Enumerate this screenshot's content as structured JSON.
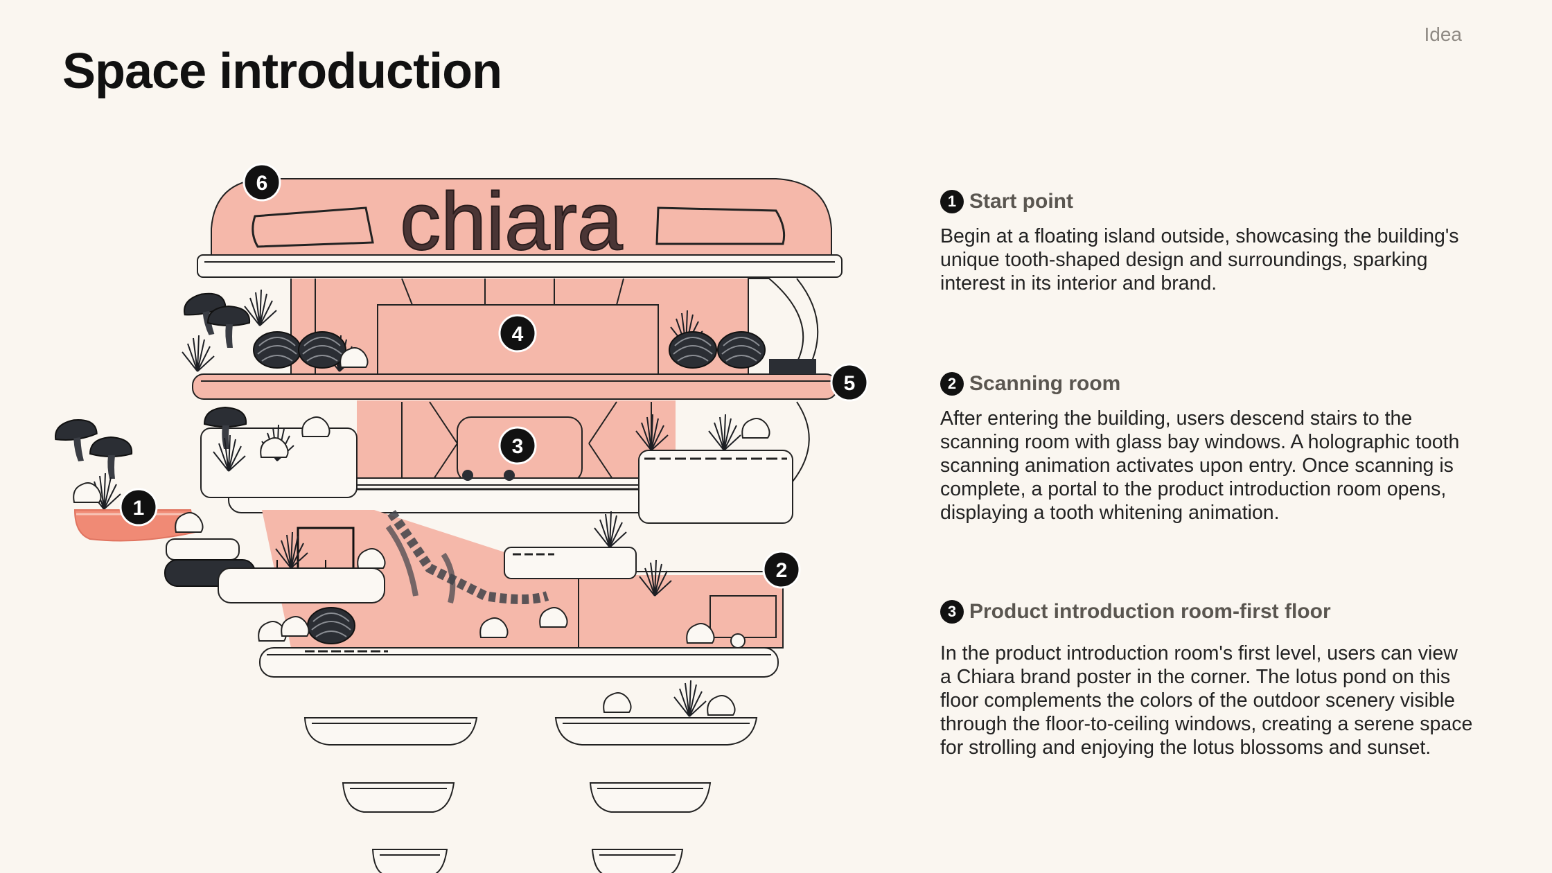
{
  "header": {
    "tag": "Idea",
    "title": "Space introduction"
  },
  "colors": {
    "background": "#faf6f0",
    "accent_pink": "#f5b8aa",
    "accent_coral": "#f08a75",
    "ink": "#111111",
    "plant_dark": "#2a2d33"
  },
  "illustration": {
    "brand_sign": "chiara",
    "markers": [
      "1",
      "2",
      "3",
      "4",
      "5",
      "6"
    ]
  },
  "descriptions": [
    {
      "number": "1",
      "title": "Start point",
      "body": "Begin at a floating island outside, showcasing the building's unique tooth-shaped design and surroundings, sparking interest in its interior and brand."
    },
    {
      "number": "2",
      "title": "Scanning room",
      "body": "After entering the building, users descend stairs to the scanning room with glass bay windows. A holographic tooth scanning animation activates upon entry. Once scanning is complete, a portal to the product introduction room opens, displaying a tooth whitening animation."
    },
    {
      "number": "3",
      "title": "Product introduction room-first floor",
      "body": "In the product introduction room's first level, users can view a Chiara brand poster in the corner. The lotus pond on this floor complements the colors of the outdoor scenery visible through the floor-to-ceiling windows, creating a serene space for strolling and enjoying the lotus blossoms and sunset."
    }
  ]
}
